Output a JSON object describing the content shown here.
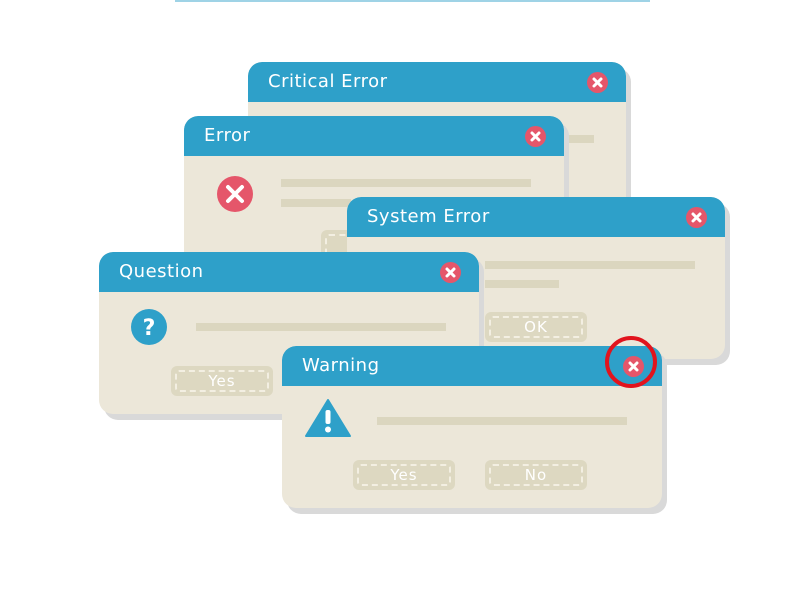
{
  "dialogs": {
    "critical_error": {
      "title": "Critical Error"
    },
    "error": {
      "title": "Error"
    },
    "system_error": {
      "title": "System Error",
      "ok_label": "OK"
    },
    "question": {
      "title": "Question",
      "yes_label": "Yes"
    },
    "warning": {
      "title": "Warning",
      "yes_label": "Yes",
      "no_label": "No"
    }
  },
  "highlight": {
    "target": "warning-close-button",
    "color": "#e1141d"
  },
  "colors": {
    "titlebar": "#2ea0c9",
    "body": "#ece7d9",
    "close": "#e5566a",
    "placeholder_line": "#dbd6bf",
    "icon_error": "#e5566a",
    "icon_info": "#2ea0c9"
  },
  "icons": {
    "close": "close-icon",
    "error": "error-icon",
    "question": "question-icon",
    "warning": "warning-icon"
  }
}
